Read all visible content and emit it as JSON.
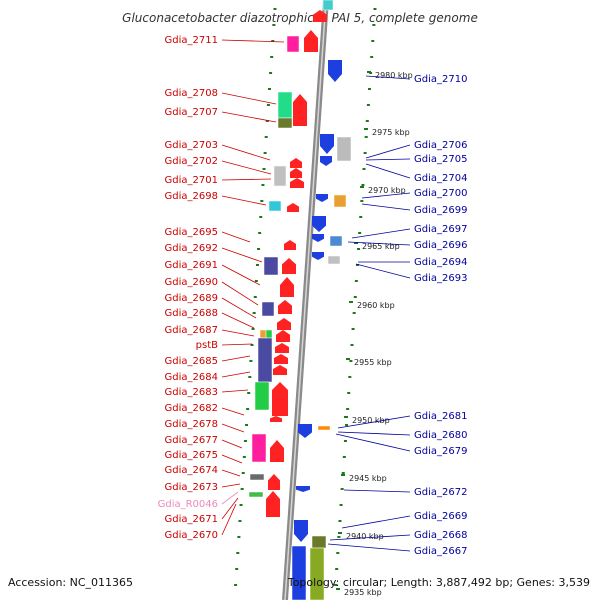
{
  "title": "Gluconacetobacter diazotrophicus PAI 5, complete genome",
  "footer": {
    "accession": "Accession: NC_011365",
    "topology": "Topology: circular; Length: 3,887,492 bp; Genes: 3,539"
  },
  "colors": {
    "left_label": "#cc0000",
    "right_label": "#00009c",
    "rna_label": "#ee88bb",
    "backbone": "#888888",
    "tick": "#1a7a1a"
  },
  "kbp_labels": [
    "2980 kbp",
    "2975 kbp",
    "2970 kbp",
    "2965 kbp",
    "2960 kbp",
    "2955 kbp",
    "2950 kbp",
    "2945 kbp",
    "2940 kbp",
    "2935 kbp"
  ],
  "left_labels": [
    "Gdia_2711",
    "Gdia_2708",
    "Gdia_2707",
    "Gdia_2703",
    "Gdia_2702",
    "Gdia_2701",
    "Gdia_2698",
    "Gdia_2695",
    "Gdia_2692",
    "Gdia_2691",
    "Gdia_2690",
    "Gdia_2689",
    "Gdia_2688",
    "Gdia_2687",
    "pstB",
    "Gdia_2685",
    "Gdia_2684",
    "Gdia_2683",
    "Gdia_2682",
    "Gdia_2678",
    "Gdia_2677",
    "Gdia_2675",
    "Gdia_2674",
    "Gdia_2673",
    "Gdia_R0046",
    "Gdia_2671",
    "Gdia_2670"
  ],
  "right_labels": [
    "Gdia_2710",
    "Gdia_2706",
    "Gdia_2705",
    "Gdia_2704",
    "Gdia_2700",
    "Gdia_2699",
    "Gdia_2697",
    "Gdia_2696",
    "Gdia_2694",
    "Gdia_2693",
    "Gdia_2681",
    "Gdia_2680",
    "Gdia_2679",
    "Gdia_2672",
    "Gdia_2669",
    "Gdia_2668",
    "Gdia_2667"
  ]
}
